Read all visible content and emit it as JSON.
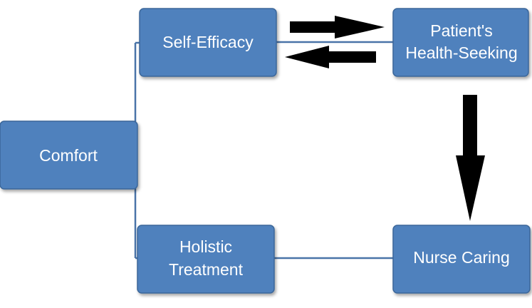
{
  "nodes": {
    "comfort": {
      "label": "Comfort"
    },
    "self_efficacy": {
      "label": "Self-Efficacy"
    },
    "health_seeking": {
      "label_line1": "Patient's",
      "label_line2": "Health-Seeking"
    },
    "holistic_treatment": {
      "label_line1": "Holistic",
      "label_line2": "Treatment"
    },
    "nurse_caring": {
      "label": "Nurse Caring"
    }
  },
  "colors": {
    "box_fill": "#4f81bd",
    "box_stroke": "#3a6699",
    "connector": "#4a74a8",
    "arrow": "#000000",
    "text": "#ffffff"
  }
}
